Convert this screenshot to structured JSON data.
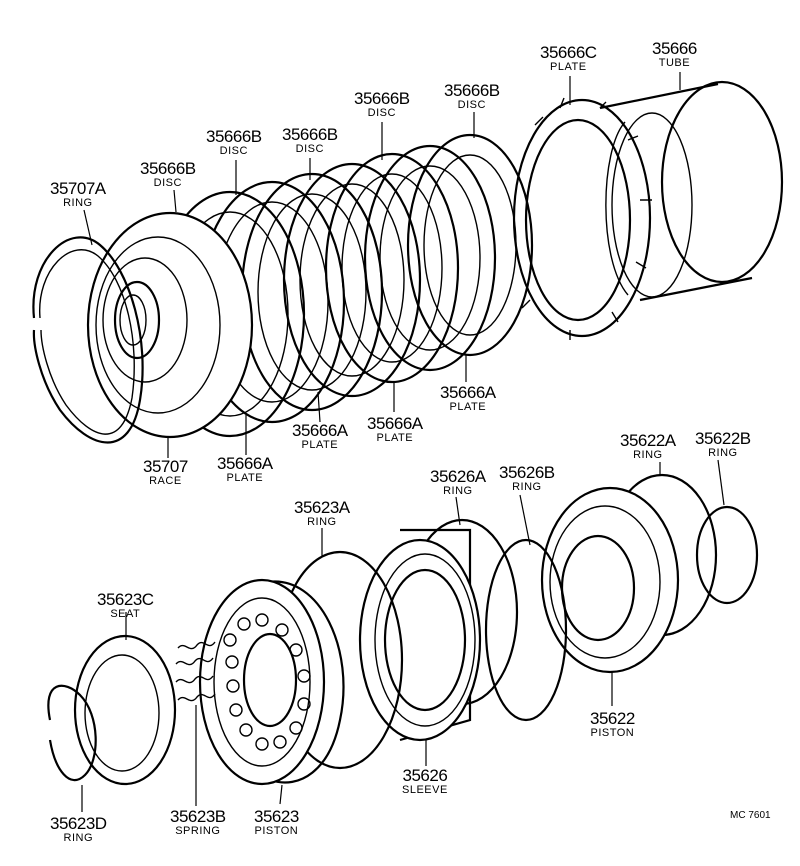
{
  "parts": {
    "p35707A": {
      "number": "35707A",
      "name": "RING"
    },
    "p35666B_1": {
      "number": "35666B",
      "name": "DISC"
    },
    "p35666B_2": {
      "number": "35666B",
      "name": "DISC"
    },
    "p35666B_3": {
      "number": "35666B",
      "name": "DISC"
    },
    "p35666B_4": {
      "number": "35666B",
      "name": "DISC"
    },
    "p35666B_5": {
      "number": "35666B",
      "name": "DISC"
    },
    "p35666C": {
      "number": "35666C",
      "name": "PLATE"
    },
    "p35666": {
      "number": "35666",
      "name": "TUBE"
    },
    "p35707": {
      "number": "35707",
      "name": "RACE"
    },
    "p35666A_1": {
      "number": "35666A",
      "name": "PLATE"
    },
    "p35666A_2": {
      "number": "35666A",
      "name": "PLATE"
    },
    "p35666A_3": {
      "number": "35666A",
      "name": "PLATE"
    },
    "p35666A_4": {
      "number": "35666A",
      "name": "PLATE"
    },
    "p35622A": {
      "number": "35622A",
      "name": "RING"
    },
    "p35622B": {
      "number": "35622B",
      "name": "RING"
    },
    "p35626A": {
      "number": "35626A",
      "name": "RING"
    },
    "p35626B": {
      "number": "35626B",
      "name": "RING"
    },
    "p35623A": {
      "number": "35623A",
      "name": "RING"
    },
    "p35623C": {
      "number": "35623C",
      "name": "SEAT"
    },
    "p35622": {
      "number": "35622",
      "name": "PISTON"
    },
    "p35626": {
      "number": "35626",
      "name": "SLEEVE"
    },
    "p35623D": {
      "number": "35623D",
      "name": "RING"
    },
    "p35623B": {
      "number": "35623B",
      "name": "SPRING"
    },
    "p35623": {
      "number": "35623",
      "name": "PISTON"
    }
  },
  "figure_code": "MC 7601"
}
